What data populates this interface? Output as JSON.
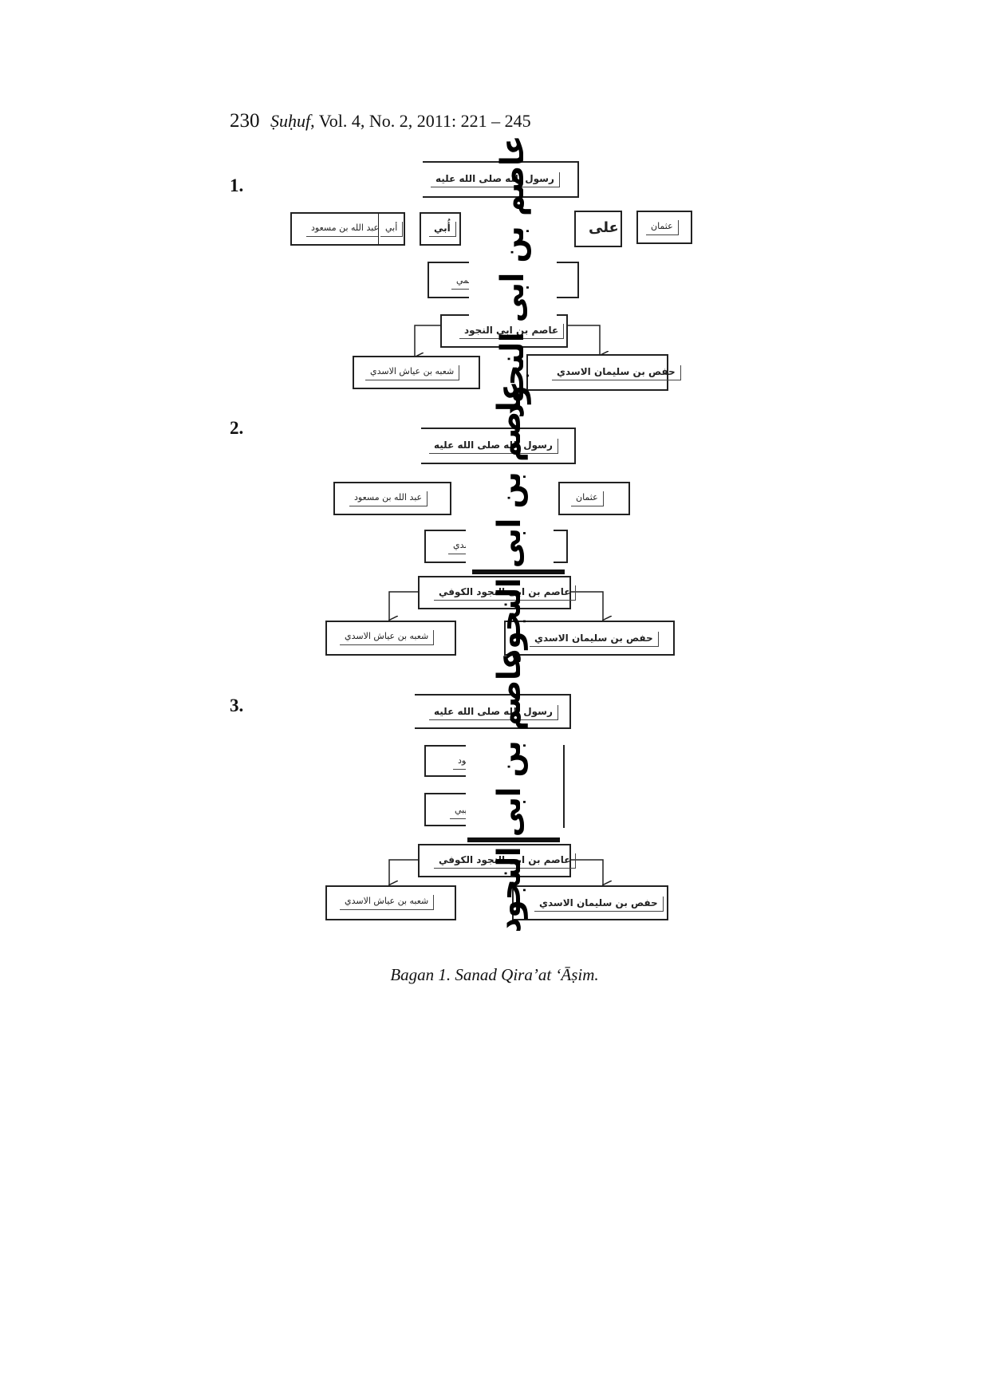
{
  "header": {
    "page_number": "230",
    "journal": "Ṣuḥuf",
    "citation": ", Vol. 4, No. 2, 2011: 221 – 245"
  },
  "figures": [
    {
      "number": "1.",
      "overlay": "عاصم بن ابى النجود",
      "labels": {
        "prophet": "رسول الله صلى الله عليه",
        "ibn_masud": "عبد الله بن مسعود",
        "ubay_small": "أبي",
        "ubay": "أُبي",
        "ali": "على",
        "uthman": "عثمان",
        "sulami": "السلمي",
        "asim": "عاصم بن ابى النجود",
        "shuba": "شعبه بن عياش الاسدي",
        "hafs": "حفص بن سليمان الاسدي"
      }
    },
    {
      "number": "2.",
      "overlay": "عاصم بن ابى النجود",
      "labels": {
        "prophet": "رسول الله صلى الله عليه",
        "ibn_masud": "عبد الله بن مسعود",
        "uthman": "عثمان",
        "zirr": "زر بن حبيش الاسدي",
        "asim": "عاصم بن ابى النجود الكوفي",
        "shuba": "شعبه بن عياش الاسدي",
        "hafs": "حفص بن سليمان الاسدي"
      }
    },
    {
      "number": "3.",
      "overlay": "عاصم بن ابى النجود",
      "labels": {
        "prophet": "رسول الله صلى الله عليه",
        "masud_frag": "سعود",
        "shaybani_frag": "الشيبي",
        "asim": "عاصم بن ابى النجود الكوفي",
        "shuba": "شعبه بن عياش الاسدي",
        "hafs": "حفص بن سليمان الاسدي"
      }
    }
  ],
  "caption": "Bagan 1. Sanad Qira’at ‘Āṣim."
}
